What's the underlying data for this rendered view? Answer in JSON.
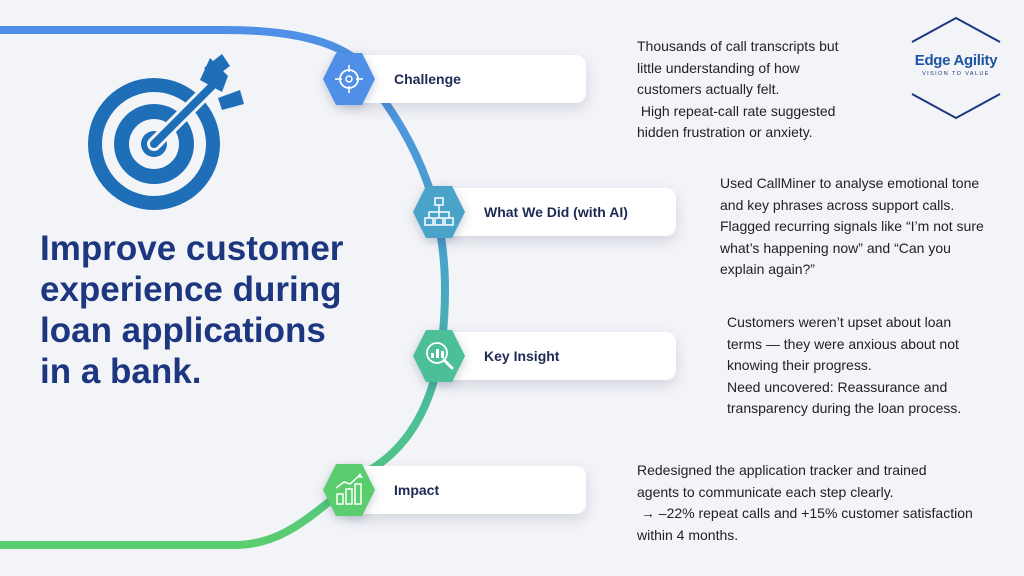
{
  "headline": {
    "lines": [
      "Improve customer",
      "experience during",
      "loan applications",
      "in a bank."
    ]
  },
  "logo": {
    "name": "Edge Agility",
    "tagline": "VISION TO VALUE",
    "icon": "hexagon-outline-icon"
  },
  "steps": [
    {
      "label": "Challenge",
      "icon": "crosshair-icon",
      "color": "#4f8fe8",
      "description": [
        "Thousands of call transcripts but",
        "little understanding of how",
        "customers actually felt.",
        " High repeat-call rate suggested",
        "hidden frustration or anxiety."
      ]
    },
    {
      "label": "What We Did (with AI)",
      "icon": "hierarchy-icon",
      "color": "#4aa3c8",
      "description": [
        "Used CallMiner to analyse emotional tone",
        "and key phrases across support calls.",
        "Flagged recurring signals like “I’m not sure",
        "what’s happening now” and “Can you",
        "explain again?”"
      ]
    },
    {
      "label": "Key Insight",
      "icon": "magnifier-chart-icon",
      "color": "#4cbf98",
      "description": [
        "Customers weren’t upset about loan",
        "terms — they were anxious about not",
        "knowing their progress.",
        "Need uncovered: Reassurance and",
        "transparency during the loan process."
      ]
    },
    {
      "label": "Impact",
      "icon": "growth-chart-icon",
      "color": "#5acd6f",
      "description": [
        "Redesigned the application tracker and trained",
        "agents to communicate each step clearly.",
        " → –22% repeat calls and +15% customer satisfaction",
        "within 4 months."
      ]
    }
  ],
  "colors": {
    "headline": "#1d3680",
    "target": "#1f6fb8",
    "background": "#f3f4f8"
  }
}
